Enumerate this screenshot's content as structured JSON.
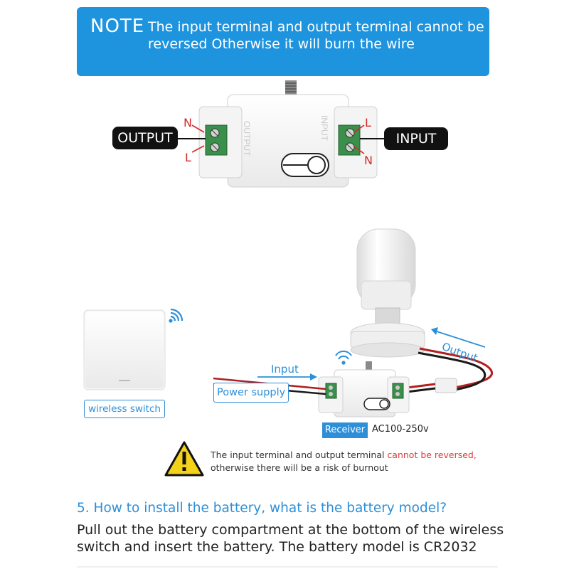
{
  "note": {
    "keyword": "NOTE",
    "line1": "The input terminal and output terminal cannot be",
    "line2": "reversed Otherwise it will burn the wire"
  },
  "top_diagram": {
    "output_label": "OUTPUT",
    "input_label": "INPUT",
    "output_side_top_letter": "N",
    "output_side_bottom_letter": "L",
    "input_side_top_letter": "L",
    "input_side_bottom_letter": "N",
    "module_output_print": "OUTPUT",
    "module_input_print": "INPUT"
  },
  "wiring_diagram": {
    "wireless_switch_label": "wireless switch",
    "input_word": "Input",
    "output_word": "Output",
    "power_supply_label": "Power supply",
    "receiver_label": "Receiver",
    "voltage": "AC100-250v"
  },
  "warning": {
    "line1_normal": "The input terminal and output terminal ",
    "line1_red": "cannot be reversed,",
    "line2": "otherwise there will be a risk of burnout"
  },
  "section": {
    "heading": "5. How to install the battery, what is the battery model?",
    "body_line1": "Pull out the battery compartment at the bottom of the wireless",
    "body_line2": "switch and insert the battery. The battery model is CR2032"
  },
  "colors": {
    "banner_blue": "#1e93de",
    "caption_blue": "#2d8fd8",
    "terminal_green": "#3a8f4a",
    "warning_red": "#e23a3a",
    "letter_red": "#d32a2a",
    "warning_yellow": "#f5d21a"
  }
}
